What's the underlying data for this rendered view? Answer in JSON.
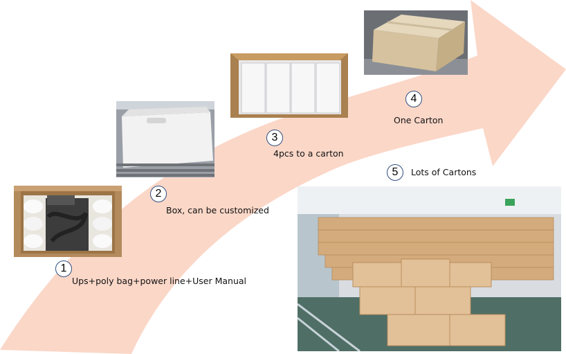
{
  "colors": {
    "arrow": "#fbd7c8",
    "number_circle_border": "#2f4f7f"
  },
  "steps": [
    {
      "number": "1",
      "caption": "Ups+poly bag+power line+User Manual",
      "photo_icon": "open-box-with-ups-photo"
    },
    {
      "number": "2",
      "caption": "Box, can be customized",
      "photo_icon": "white-box-photo"
    },
    {
      "number": "3",
      "caption": "4pcs to a carton",
      "photo_icon": "carton-with-four-boxes-photo"
    },
    {
      "number": "4",
      "caption": "One Carton",
      "photo_icon": "sealed-carton-photo"
    },
    {
      "number": "5",
      "caption": "Lots of Cartons",
      "photo_icon": "warehouse-cartons-photo"
    }
  ]
}
